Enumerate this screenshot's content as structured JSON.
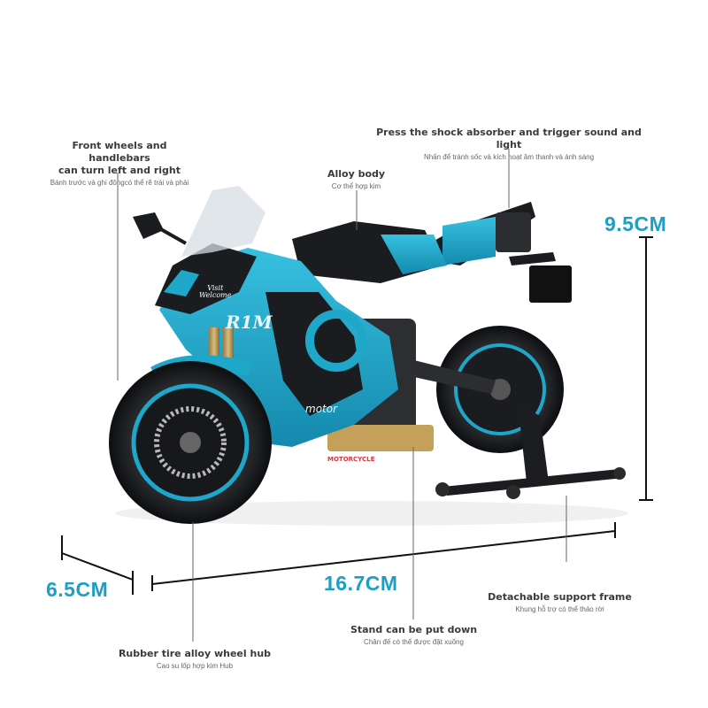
{
  "annotations": {
    "front_wheels": {
      "en1": "Front wheels and handlebars",
      "en2": "can turn left and right",
      "vi": "Bánh trước và ghi đôngcó thể rẽ trái và phải"
    },
    "alloy_body": {
      "en": "Alloy body",
      "vi": "Cơ thể hợp kim"
    },
    "shock_absorber": {
      "en": "Press the shock absorber and trigger sound and light",
      "vi": "Nhấn để tránh sốc và kích hoạt âm thanh và ánh sáng"
    },
    "rubber_tire": {
      "en": "Rubber tire alloy wheel hub",
      "vi": "Cao su lốp hợp kim Hub"
    },
    "stand": {
      "en": "Stand can be put down",
      "vi": "Chân đế có thể được đặt xuống"
    },
    "support_frame": {
      "en": "Detachable support frame",
      "vi": "Khung hỗ trợ có thể tháo rời"
    }
  },
  "dimensions": {
    "height": "9.5CM",
    "length": "16.7CM",
    "width": "6.5CM"
  },
  "bike_text": {
    "model": "R1M",
    "motor": "motor",
    "visit": "Visit",
    "welcome": "Welcome",
    "stripe": "MOTORCYCLE"
  },
  "colors": {
    "accent_blue": "#1d9fc4",
    "bike_cyan": "#1fa7c9",
    "bike_black": "#1a1c1f",
    "line_gray": "#333333"
  }
}
